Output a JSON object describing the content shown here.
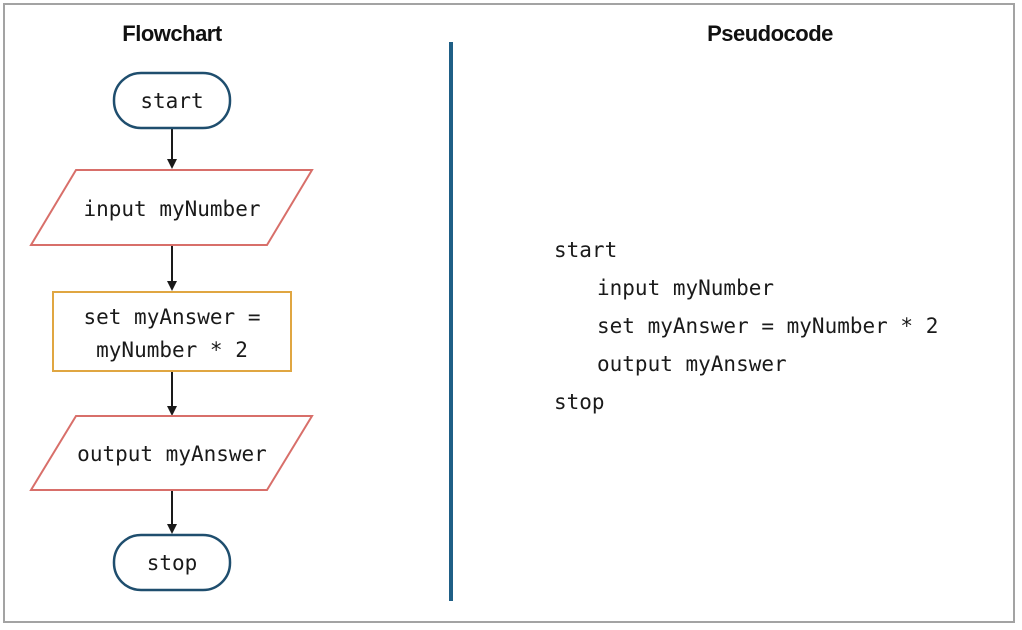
{
  "headings": {
    "flowchart": "Flowchart",
    "pseudocode": "Pseudocode"
  },
  "flowchart": {
    "nodes": [
      {
        "id": "start",
        "kind": "terminal",
        "lines": [
          "start"
        ]
      },
      {
        "id": "input",
        "kind": "input-output",
        "lines": [
          "input myNumber"
        ]
      },
      {
        "id": "process",
        "kind": "process",
        "lines": [
          "set myAnswer =",
          "myNumber * 2"
        ]
      },
      {
        "id": "output",
        "kind": "input-output",
        "lines": [
          "output myAnswer"
        ]
      },
      {
        "id": "stop",
        "kind": "terminal",
        "lines": [
          "stop"
        ]
      }
    ]
  },
  "pseudocode": {
    "lines": [
      {
        "text": "start",
        "indent": false
      },
      {
        "text": "input myNumber",
        "indent": true
      },
      {
        "text": "set myAnswer = myNumber * 2",
        "indent": true
      },
      {
        "text": "output myAnswer",
        "indent": true
      },
      {
        "text": "stop",
        "indent": false
      }
    ]
  },
  "colors": {
    "terminal_stroke": "#1f4e6e",
    "io_stroke": "#d86f6a",
    "process_stroke": "#e0a641",
    "divider": "#1f5f86",
    "arrow": "#1a1a1a"
  }
}
